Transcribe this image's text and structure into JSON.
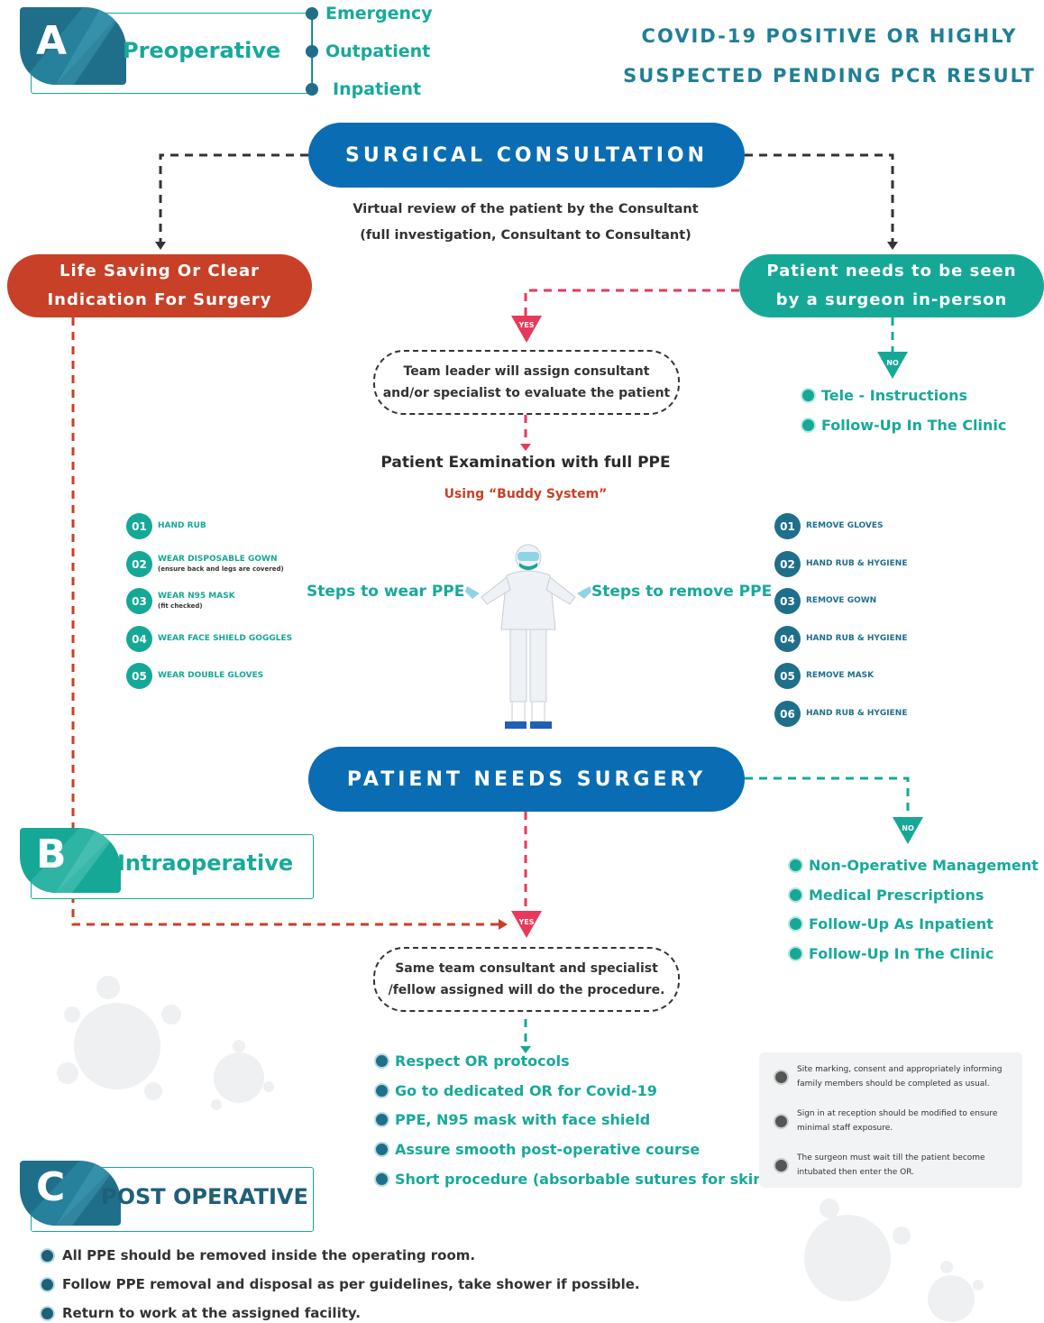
{
  "header": {
    "title_line1": "COVID-19 POSITIVE OR HIGHLY",
    "title_line2": "SUSPECTED PENDING PCR RESULT"
  },
  "section_a": {
    "letter": "A",
    "label": "Preoperative",
    "types": [
      "Emergency",
      "Outpatient",
      "Inpatient"
    ]
  },
  "consultation": {
    "title": "SURGICAL CONSULTATION",
    "desc_line1": "Virtual review of the patient by the Consultant",
    "desc_line2": "(full investigation, Consultant to Consultant)"
  },
  "life_saving": {
    "line1": "Life Saving Or Clear",
    "line2": "Indication For  Surgery"
  },
  "in_person": {
    "line1": "Patient needs to be seen",
    "line2": "by a surgeon in-person"
  },
  "markers": {
    "yes": "YES",
    "no": "NO"
  },
  "no_branch_1": [
    "Tele - Instructions",
    "Follow-Up In The Clinic"
  ],
  "team_leader": {
    "line1": "Team leader will assign consultant",
    "line2": "and/or specialist to evaluate the patient"
  },
  "exam": {
    "title": "Patient Examination with full PPE",
    "subtitle": "Using “Buddy System”"
  },
  "wear_ppe": {
    "label": "Steps to wear PPE",
    "steps": [
      {
        "num": "01",
        "text": "HAND RUB",
        "sub": ""
      },
      {
        "num": "02",
        "text": "WEAR DISPOSABLE GOWN",
        "sub": "(ensure back  and  legs are covered)"
      },
      {
        "num": "03",
        "text": "WEAR N95 MASK",
        "sub": "(fit checked)"
      },
      {
        "num": "04",
        "text": "WEAR FACE SHIELD GOGGLES",
        "sub": ""
      },
      {
        "num": "05",
        "text": "WEAR DOUBLE GLOVES",
        "sub": ""
      }
    ]
  },
  "remove_ppe": {
    "label": "Steps to remove PPE",
    "steps": [
      {
        "num": "01",
        "text": "REMOVE GLOVES"
      },
      {
        "num": "02",
        "text": "HAND RUB & HYGIENE"
      },
      {
        "num": "03",
        "text": "REMOVE GOWN"
      },
      {
        "num": "04",
        "text": "HAND RUB & HYGIENE"
      },
      {
        "num": "05",
        "text": "REMOVE MASK"
      },
      {
        "num": "06",
        "text": "HAND RUB & HYGIENE"
      }
    ]
  },
  "needs_surgery": {
    "title": "PATIENT NEEDS SURGERY"
  },
  "no_branch_2": [
    "Non-Operative Management",
    "Medical Prescriptions",
    "Follow-Up As Inpatient",
    "Follow-Up In The Clinic"
  ],
  "section_b": {
    "letter": "B",
    "label": "Intraoperative"
  },
  "same_team": {
    "line1": "Same team consultant and specialist",
    "line2": "/fellow assigned will do the procedure."
  },
  "or_protocols": [
    "Respect OR protocols",
    "Go to dedicated OR for Covid-19",
    "PPE, N95 mask with face shield",
    "Assure smooth post-operative course",
    "Short procedure (absorbable sutures for skin)"
  ],
  "notes": [
    {
      "line1": "Site marking, consent and appropriately informing",
      "line2": "family members should be completed as usual."
    },
    {
      "line1": "Sign in at reception should be modified to ensure",
      "line2": "minimal staff exposure."
    },
    {
      "line1": "The surgeon must wait till the patient become",
      "line2": "intubated then enter the OR."
    }
  ],
  "section_c": {
    "letter": "C",
    "label": "POST OPERATIVE"
  },
  "post_op": [
    "All PPE should be removed inside the operating room.",
    "Follow PPE removal and disposal as per guidelines, take shower if possible.",
    "Return to work at the assigned facility."
  ],
  "colors": {
    "blue": "#0a6db3",
    "teal": "#16a896",
    "red": "#c84027",
    "pink": "#e8395b",
    "dark_blue": "#1f6f8b"
  }
}
